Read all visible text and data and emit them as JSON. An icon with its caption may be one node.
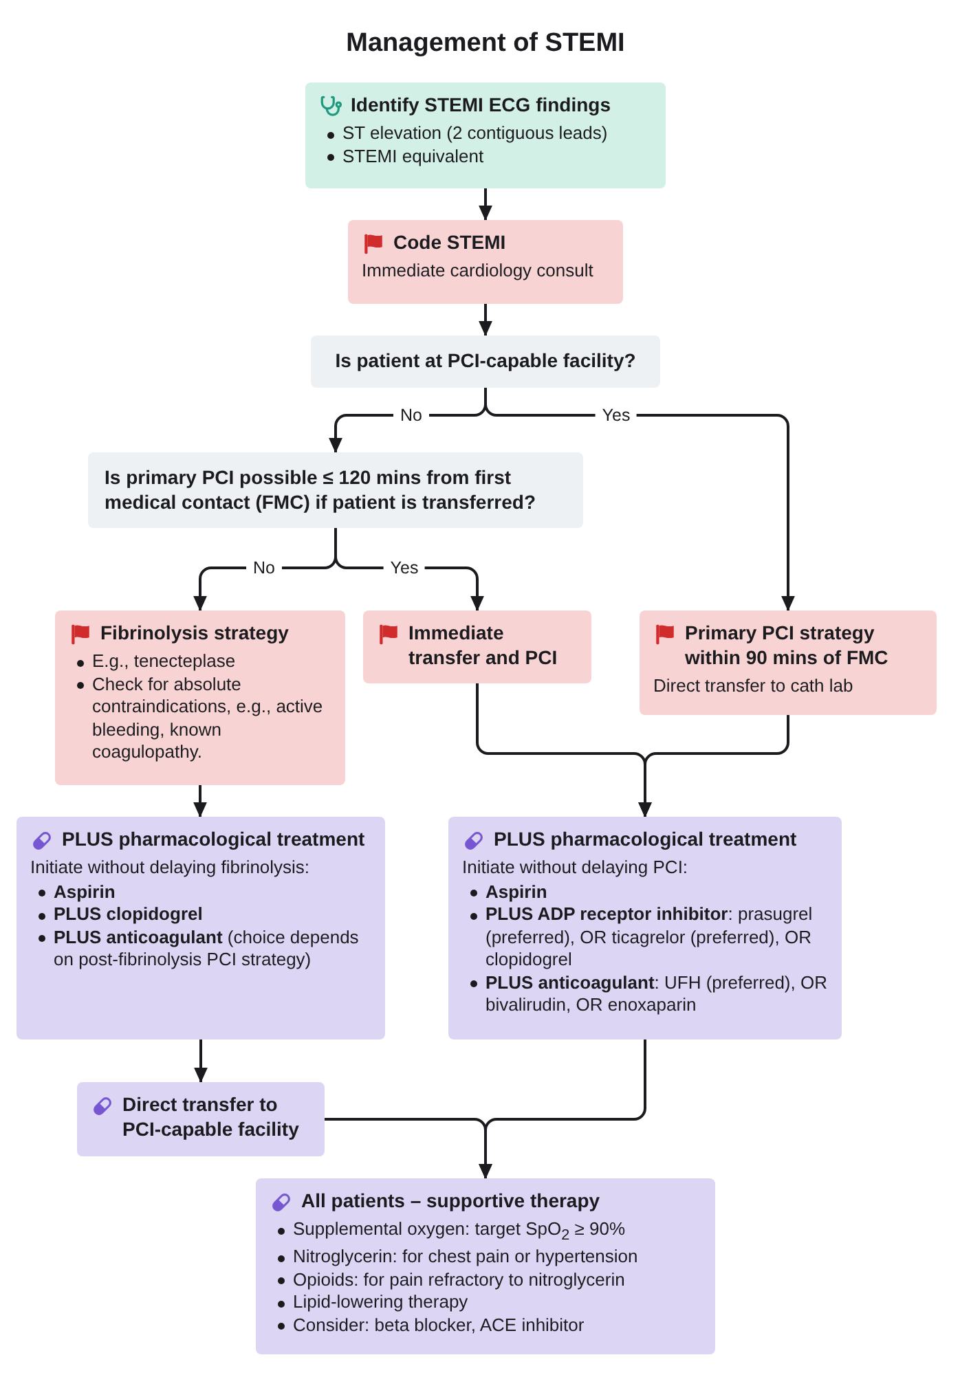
{
  "diagram": {
    "title": "Management of STEMI",
    "nodes": [
      {
        "text": [
          "Identify STEMI ECG findings",
          "ST elevation (2 contiguous leads)",
          "STEMI equivalent"
        ]
      },
      {
        "text": [
          "Code STEMI",
          "Immediate cardiology consult"
        ]
      },
      {
        "text": [
          "Is patient at PCI-capable facility?"
        ]
      },
      {
        "text": [
          "Is primary PCI possible ≤ 120 mins from first medical contact (FMC) if patient is transferred?"
        ]
      },
      {
        "text": [
          "Fibrinolysis strategy",
          "E.g., tenecteplase",
          "Check for absolute contraindications, e.g., active bleeding, known coagulopathy."
        ]
      },
      {
        "text": [
          "Immediate transfer and PCI"
        ]
      },
      {
        "text": [
          "Primary PCI strategy within 90 mins of FMC",
          "Direct transfer to cath lab"
        ]
      },
      {
        "text": [
          "PLUS pharmacological treatment",
          "Initiate without delaying fibrinolysis:",
          "Aspirin",
          "PLUS clopidogrel",
          "**PLUS anticoagulant** (choice depends on post-fibrinolysis PCI strategy)"
        ]
      },
      {
        "text": [
          "PLUS pharmacological treatment",
          "Initiate without delaying PCI:",
          "Aspirin",
          "**PLUS ADP receptor inhibitor**: prasugrel (preferred), OR ticagrelor (preferred), OR clopidogrel",
          "**PLUS anticoagulant**: UFH (preferred), OR bivalirudin, OR enoxaparin"
        ]
      },
      {
        "text": [
          "Direct transfer to PCI-capable facility"
        ]
      },
      {
        "text": [
          "All patients – supportive therapy",
          "Supplemental oxygen: target SpO$_{2}$ ≥ 90%",
          "Nitroglycerin: for chest pain or hypertension",
          "Opioids: for pain refractory to nitroglycerin",
          "Lipid-lowering therapy",
          "Consider: beta blocker, ACE inhibitor"
        ]
      }
    ],
    "edges": [
      {
        "from": 0,
        "to": 1,
        "arrow": "to"
      },
      {
        "from": 1,
        "to": 2,
        "arrow": "to"
      },
      {
        "from": 2,
        "to": 3,
        "arrow": "to",
        "label": "No"
      },
      {
        "from": 2,
        "to": 6,
        "arrow": "to",
        "label": "Yes"
      },
      {
        "from": 3,
        "to": 4,
        "arrow": "to",
        "label": "No"
      },
      {
        "from": 3,
        "to": 5,
        "arrow": "to",
        "label": "Yes"
      },
      {
        "from": 5,
        "to": 8,
        "arrow": "to"
      },
      {
        "from": 6,
        "to": 8,
        "arrow": "to"
      },
      {
        "from": 4,
        "to": 7,
        "arrow": "to"
      },
      {
        "from": 7,
        "to": 9,
        "arrow": "to"
      },
      {
        "from": 9,
        "to": 10,
        "arrow": "to"
      },
      {
        "from": 8,
        "to": 10,
        "arrow": "to"
      }
    ]
  }
}
